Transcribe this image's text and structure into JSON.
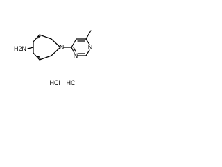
{
  "molecule": {
    "atoms": {
      "amine": "H2N",
      "ring_nitrogen": "N",
      "pyrimidine_n1": "N",
      "pyrimidine_n3": "N"
    },
    "salts": [
      "HCl",
      "HCl"
    ],
    "colors": {
      "ink": "#000000",
      "background": "#ffffff"
    }
  }
}
